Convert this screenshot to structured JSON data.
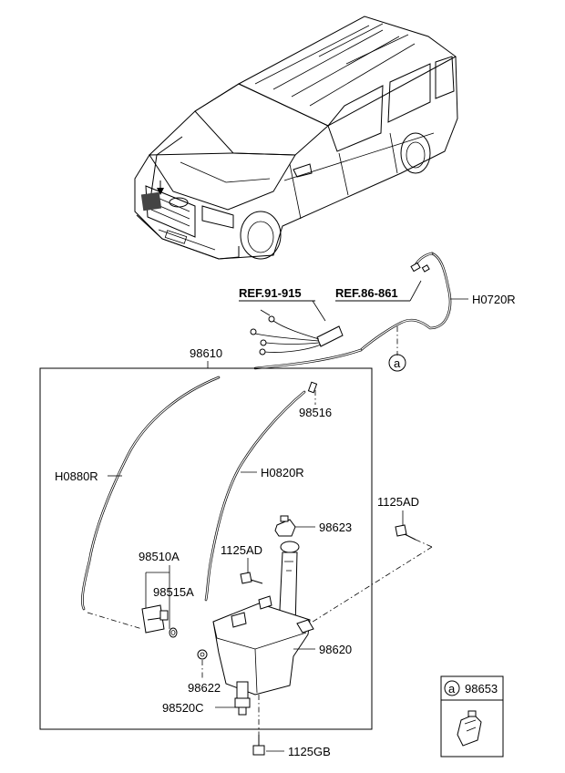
{
  "labels": {
    "ref_body": "REF.91-915",
    "ref_hood": "REF.86-861",
    "hose_front": "H0720R",
    "washer_assy": "98610",
    "nozzle": "98516",
    "hose_left": "H0880R",
    "hose_right": "H0820R",
    "bolt_right": "1125AD",
    "cap": "98623",
    "pump": "98510A",
    "bolt_center": "1125AD",
    "grommet": "98515A",
    "reservoir": "98620",
    "nut": "98622",
    "sensor": "98520C",
    "bolt_bottom": "1125GB",
    "detail_circle": "a",
    "detail_part": "98653",
    "callout_circle": "a"
  }
}
